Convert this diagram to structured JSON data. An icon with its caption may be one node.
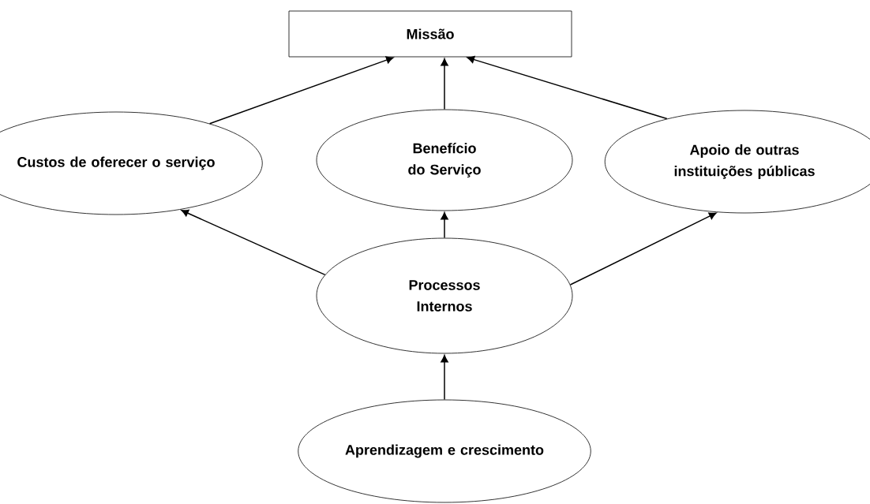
{
  "diagram": {
    "nodes": [
      {
        "text": [
          "Missão"
        ]
      },
      {
        "text": [
          "Custos de oferecer o serviço"
        ]
      },
      {
        "text": [
          "Benefício do Serviço"
        ]
      },
      {
        "text": [
          "Apoio de outras instituições públicas"
        ]
      },
      {
        "text": [
          "Processos Internos"
        ]
      },
      {
        "text": [
          "Aprendizagem e crescimento"
        ]
      }
    ],
    "edges": [
      {
        "from": 1,
        "to": 0,
        "arrow": "to"
      },
      {
        "from": 2,
        "to": 0,
        "arrow": "to"
      },
      {
        "from": 3,
        "to": 0,
        "arrow": "to"
      },
      {
        "from": 4,
        "to": 1,
        "arrow": "to"
      },
      {
        "from": 4,
        "to": 2,
        "arrow": "to"
      },
      {
        "from": 4,
        "to": 3,
        "arrow": "to"
      },
      {
        "from": 5,
        "to": 4,
        "arrow": "to"
      }
    ]
  }
}
